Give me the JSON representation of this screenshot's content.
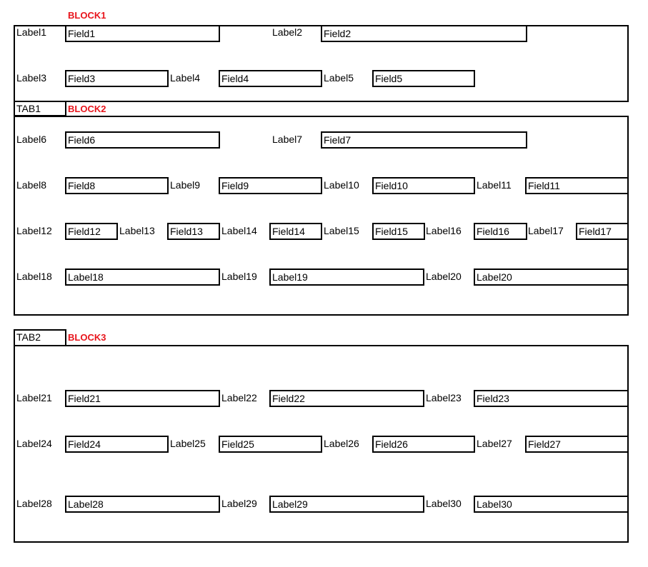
{
  "accent_color": "#e8141b",
  "blocks": [
    {
      "title": "BLOCK1"
    },
    {
      "title": "BLOCK2"
    },
    {
      "title": "BLOCK3"
    }
  ],
  "tabs": [
    {
      "label": "TAB1"
    },
    {
      "label": "TAB2"
    }
  ],
  "labels": {
    "l1": "Label1",
    "l2": "Label2",
    "l3": "Label3",
    "l4": "Label4",
    "l5": "Label5",
    "l6": "Label6",
    "l7": "Label7",
    "l8": "Label8",
    "l9": "Label9",
    "l10": "Label10",
    "l11": "Label11",
    "l12": "Label12",
    "l13": "Label13",
    "l14": "Label14",
    "l15": "Label15",
    "l16": "Label16",
    "l17": "Label17",
    "l18": "Label18",
    "l19": "Label19",
    "l20": "Label20",
    "l21": "Label21",
    "l22": "Label22",
    "l23": "Label23",
    "l24": "Label24",
    "l25": "Label25",
    "l26": "Label26",
    "l27": "Label27",
    "l28": "Label28",
    "l29": "Label29",
    "l30": "Label30"
  },
  "fields": {
    "f1": "Field1",
    "f2": "Field2",
    "f3": "Field3",
    "f4": "Field4",
    "f5": "Field5",
    "f6": "Field6",
    "f7": "Field7",
    "f8": "Field8",
    "f9": "Field9",
    "f10": "Field10",
    "f11": "Field11",
    "f12": "Field12",
    "f13": "Field13",
    "f14": "Field14",
    "f15": "Field15",
    "f16": "Field16",
    "f17": "Field17",
    "f18": "Label18",
    "f19": "Label19",
    "f20": "Label20",
    "f21": "Field21",
    "f22": "Field22",
    "f23": "Field23",
    "f24": "Field24",
    "f25": "Field25",
    "f26": "Field26",
    "f27": "Field27",
    "f28": "Label28",
    "f29": "Label29",
    "f30": "Label30"
  }
}
